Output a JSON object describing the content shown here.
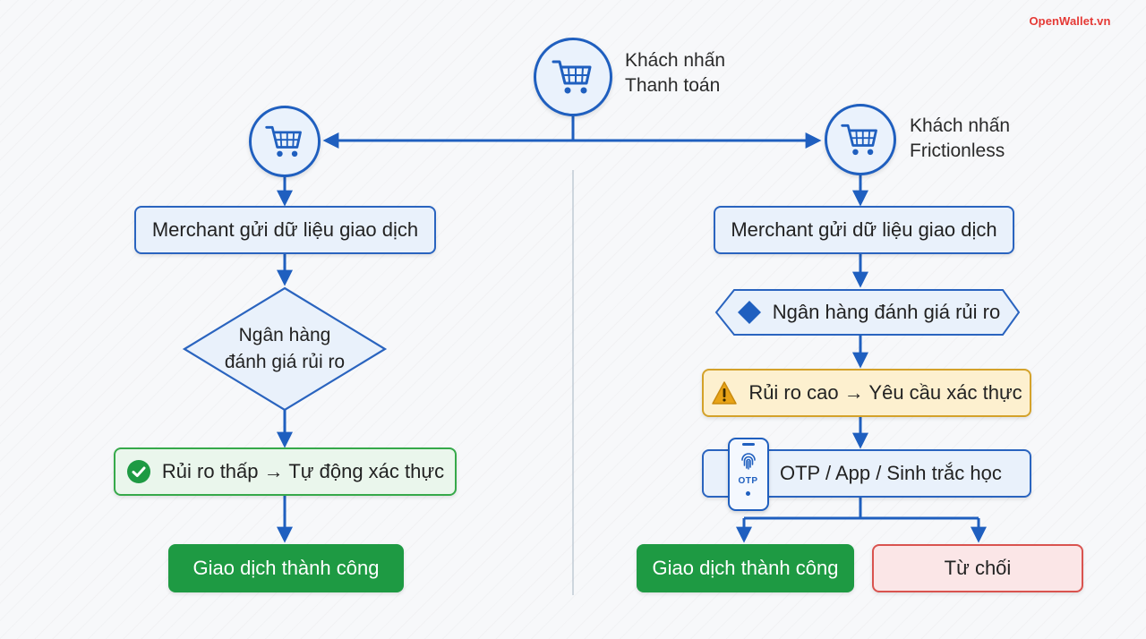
{
  "brand": "OpenWallet.vn",
  "top": {
    "caption_line1": "Khách nhấn",
    "caption_line2": "Thanh toán",
    "icon": "shopping-cart-icon"
  },
  "left": {
    "start_icon": "shopping-cart-icon",
    "step1": "Merchant gửi dữ liệu giao dịch",
    "decision_line1": "Ngân hàng",
    "decision_line2": "đánh giá rủi ro",
    "low_risk": "Rủi ro thấp → Tự động xác thực",
    "success": "Giao dịch thành công"
  },
  "right": {
    "caption_line1": "Khách nhấn",
    "caption_line2": "Frictionless",
    "start_icon": "shopping-cart-icon",
    "step1": "Merchant gửi dữ liệu giao dịch",
    "decision": "Ngân hàng đánh giá rủi ro",
    "high_risk": "Rủi ro cao → Yêu cầu xác thực",
    "auth": "OTP / App / Sinh trắc học",
    "phone_label": "OTP",
    "success": "Giao dịch thành công",
    "reject": "Từ chối"
  },
  "colors": {
    "flow_line": "#1f5fbf",
    "success": "#1e9a43",
    "warning": "#d4a22a",
    "reject": "#d9534f"
  }
}
